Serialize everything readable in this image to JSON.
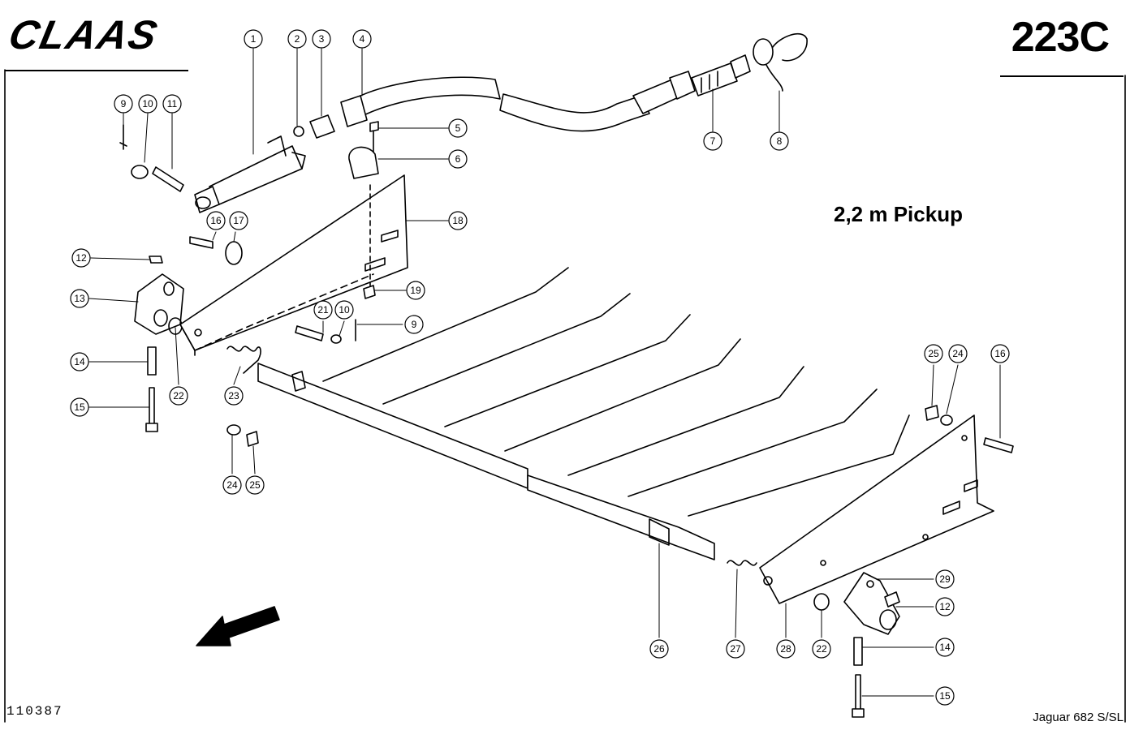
{
  "header": {
    "brand": "CLAAS",
    "sheet_number": "223C"
  },
  "title": "2,2 m Pickup",
  "footer": {
    "document_number": "110387",
    "model": "Jaguar 682 S/SL"
  },
  "callouts": [
    {
      "id": "c1",
      "label": "1"
    },
    {
      "id": "c2",
      "label": "2"
    },
    {
      "id": "c3",
      "label": "3"
    },
    {
      "id": "c4",
      "label": "4"
    },
    {
      "id": "c5",
      "label": "5"
    },
    {
      "id": "c6",
      "label": "6"
    },
    {
      "id": "c7",
      "label": "7"
    },
    {
      "id": "c8",
      "label": "8"
    },
    {
      "id": "c9a",
      "label": "9"
    },
    {
      "id": "c10a",
      "label": "10"
    },
    {
      "id": "c11",
      "label": "11"
    },
    {
      "id": "c12a",
      "label": "12"
    },
    {
      "id": "c13",
      "label": "13"
    },
    {
      "id": "c14a",
      "label": "14"
    },
    {
      "id": "c15a",
      "label": "15"
    },
    {
      "id": "c16a",
      "label": "16"
    },
    {
      "id": "c17",
      "label": "17"
    },
    {
      "id": "c18",
      "label": "18"
    },
    {
      "id": "c19",
      "label": "19"
    },
    {
      "id": "c21",
      "label": "21"
    },
    {
      "id": "c10b",
      "label": "10"
    },
    {
      "id": "c9b",
      "label": "9"
    },
    {
      "id": "c22a",
      "label": "22"
    },
    {
      "id": "c23",
      "label": "23"
    },
    {
      "id": "c24a",
      "label": "24"
    },
    {
      "id": "c25a",
      "label": "25"
    },
    {
      "id": "c25b",
      "label": "25"
    },
    {
      "id": "c24b",
      "label": "24"
    },
    {
      "id": "c16b",
      "label": "16"
    },
    {
      "id": "c29",
      "label": "29"
    },
    {
      "id": "c12b",
      "label": "12"
    },
    {
      "id": "c14b",
      "label": "14"
    },
    {
      "id": "c15b",
      "label": "15"
    },
    {
      "id": "c26",
      "label": "26"
    },
    {
      "id": "c27",
      "label": "27"
    },
    {
      "id": "c28",
      "label": "28"
    },
    {
      "id": "c22b",
      "label": "22"
    }
  ]
}
